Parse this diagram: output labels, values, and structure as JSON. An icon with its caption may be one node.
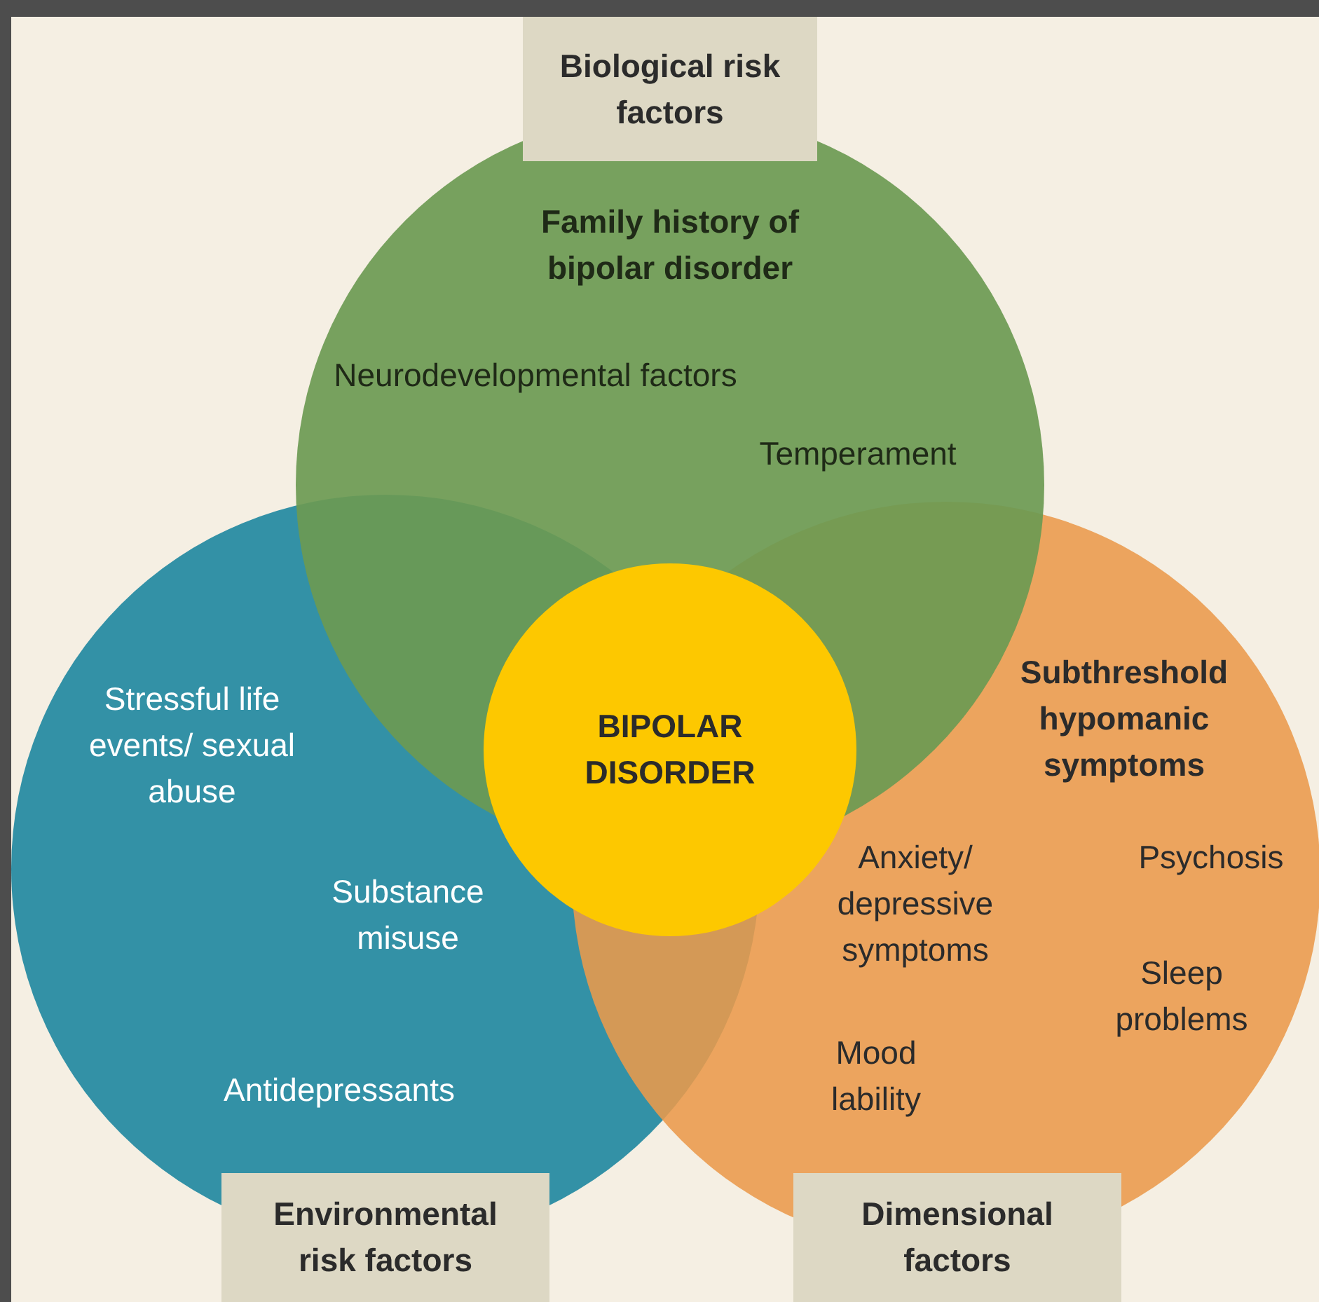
{
  "diagram": {
    "nodes": [
      {
        "text": [
          "Biological risk factors"
        ]
      },
      {
        "text": [
          "Family history of bipolar disorder",
          "Neurodevelopmental factors",
          "Temperament"
        ]
      },
      {
        "text": [
          "Stressful life events/ sexual abuse",
          "Substance misuse",
          "Antidepressants"
        ]
      },
      {
        "text": [
          "BIPOLAR DISORDER"
        ]
      },
      {
        "text": [
          "Subthreshold hypomanic symptoms",
          "Anxiety/ depressive symptoms",
          "Psychosis",
          "Sleep problems",
          "Mood lability"
        ]
      },
      {
        "text": [
          "Environmental risk factors"
        ]
      },
      {
        "text": [
          "Dimensional factors"
        ]
      }
    ]
  }
}
